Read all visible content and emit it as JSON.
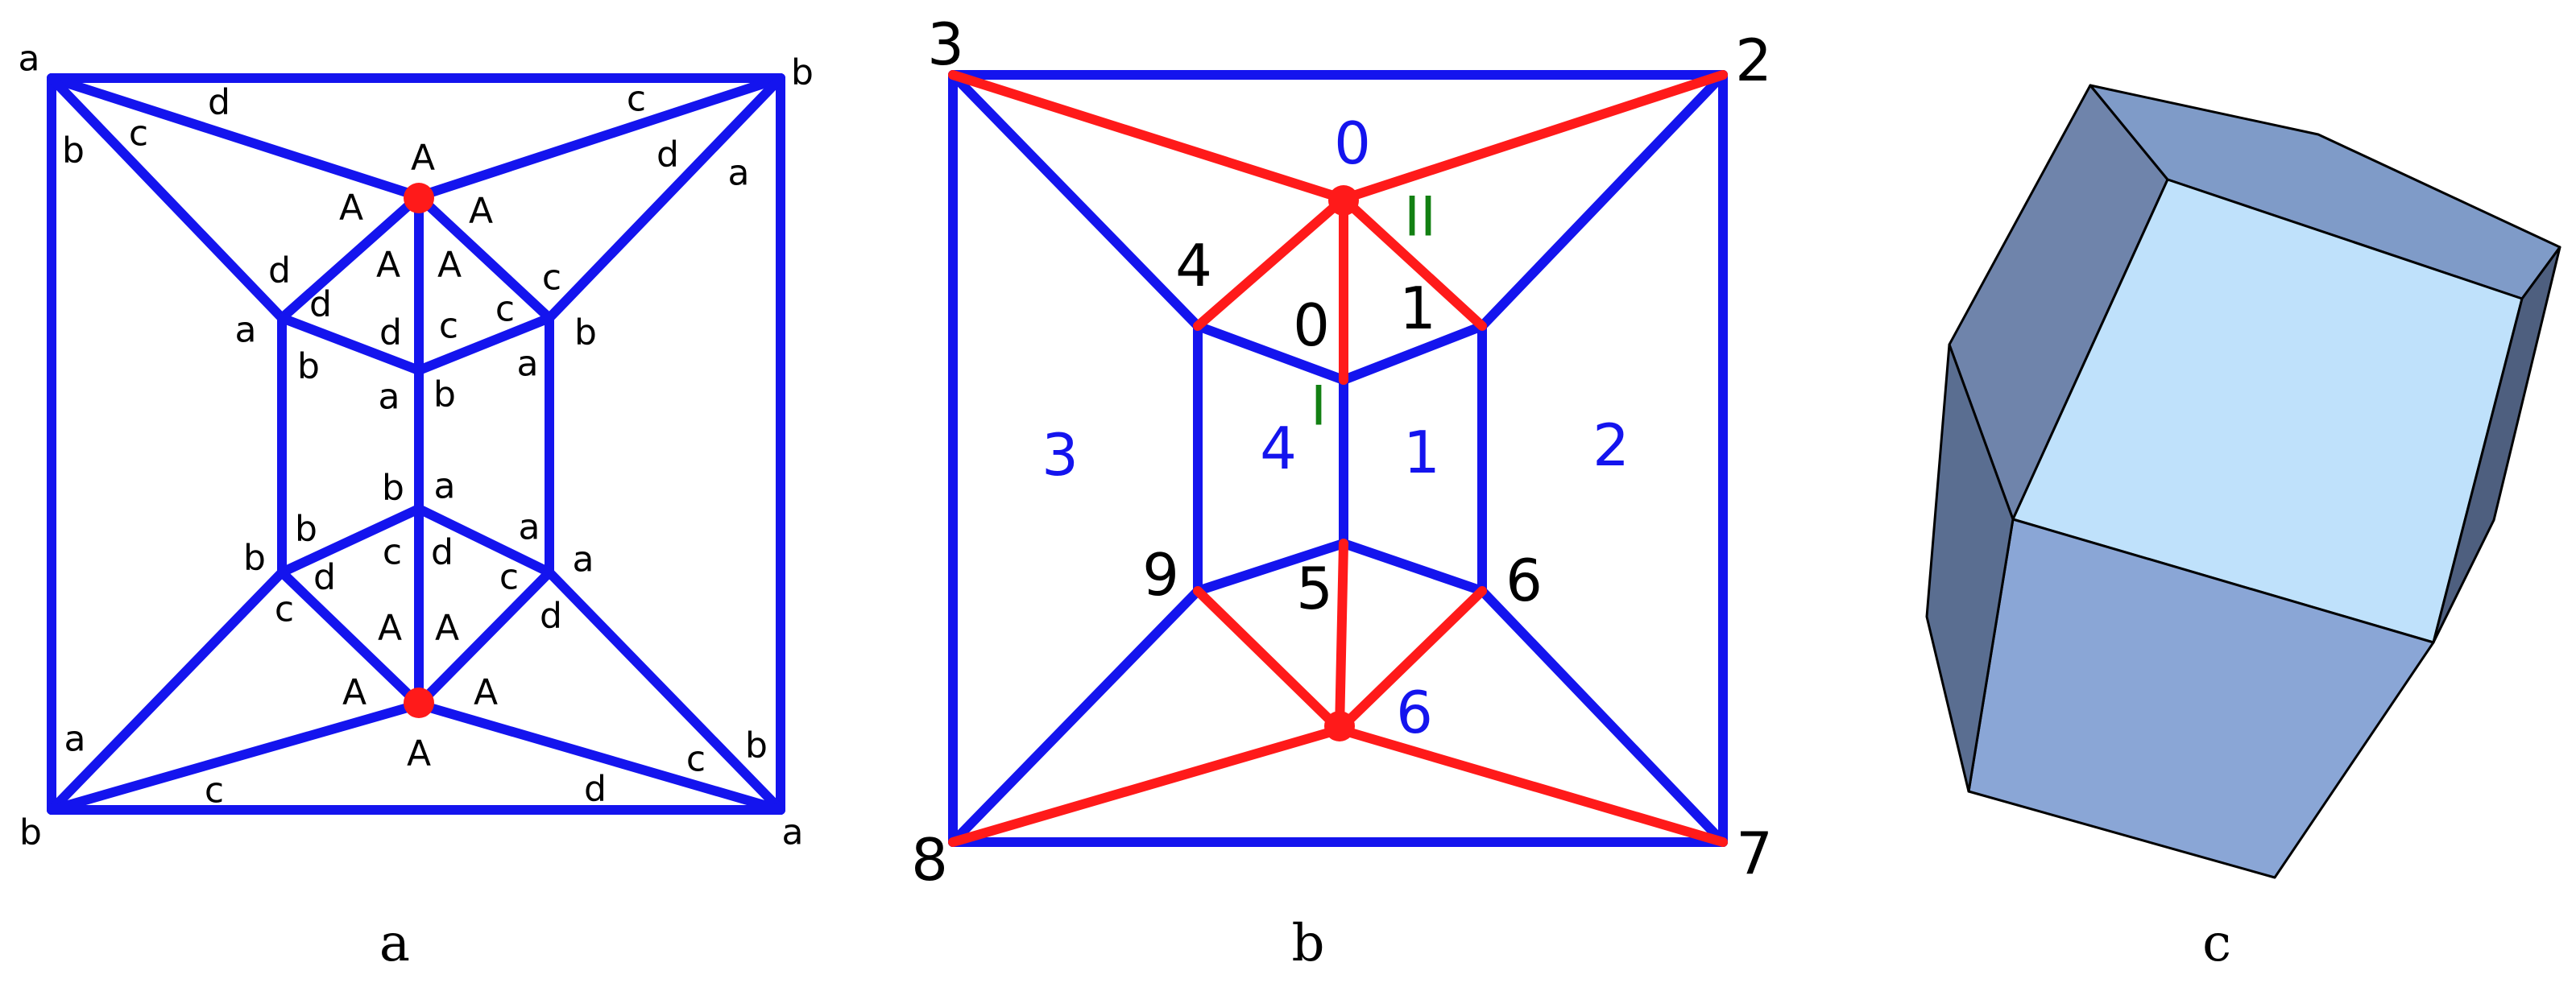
{
  "colors": {
    "edge_blue": "#1414ee",
    "edge_red": "#ff1a1a",
    "label_black": "#000000",
    "label_blue": "#1414ee",
    "label_green": "#138013"
  },
  "panel_a": {
    "caption": "a",
    "corner_labels": [
      "a",
      "b",
      "b",
      "a"
    ],
    "edge_labels": [
      "b",
      "c",
      "d",
      "c",
      "d",
      "a",
      "A",
      "A",
      "A",
      "A",
      "A",
      "d",
      "c",
      "a",
      "b",
      "d",
      "c",
      "d",
      "c",
      "b",
      "a",
      "a",
      "b",
      "b",
      "a",
      "b",
      "a",
      "c",
      "d",
      "b",
      "c",
      "d",
      "c",
      "d",
      "a",
      "A",
      "A",
      "A",
      "A",
      "A",
      "a",
      "c",
      "d",
      "c",
      "b"
    ]
  },
  "panel_b": {
    "caption": "b",
    "vertex_labels": [
      "3",
      "2",
      "8",
      "7",
      "4",
      "1",
      "0",
      "9",
      "5",
      "6"
    ],
    "region_labels": [
      "0",
      "3",
      "4",
      "1",
      "2",
      "6"
    ],
    "special_labels": [
      "II",
      "I"
    ]
  },
  "panel_c": {
    "caption": "c",
    "face_colors": [
      "#6f84ab",
      "#7f9bc8",
      "#bfe1fb",
      "#8aa6d6",
      "#5a6e91",
      "#4e5f7f",
      "#53678d"
    ]
  }
}
